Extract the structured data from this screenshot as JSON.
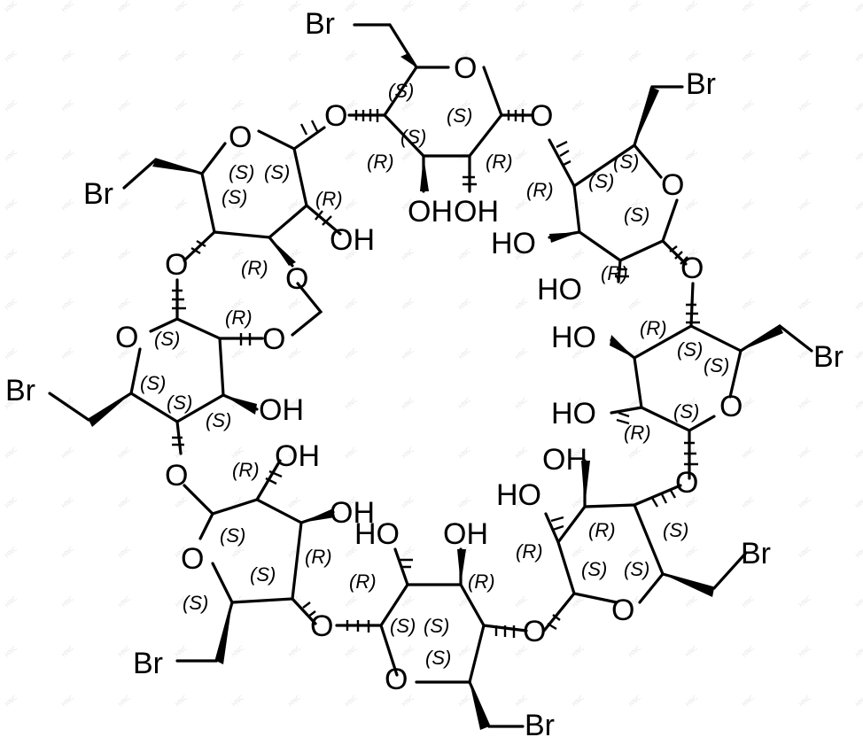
{
  "atom_labels": {
    "br": "Br",
    "o": "O",
    "oh": "OH",
    "ho": "HO"
  },
  "stereo_labels": {
    "s": "(S)",
    "r": "(R)"
  },
  "watermark_text": "HNC"
}
